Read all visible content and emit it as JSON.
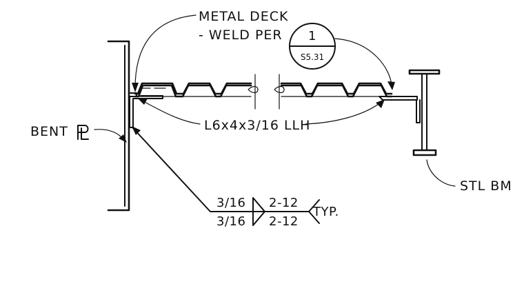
{
  "callouts": {
    "metal_deck_line1": "METAL DECK",
    "metal_deck_line2": "- WELD PER",
    "bent_plate": "BENT",
    "angle": "L6x4x3/16 LLH",
    "steel_beam": "STL BM"
  },
  "detail_bubble": {
    "number": "1",
    "sheet": "S5.31"
  },
  "weld_symbol": {
    "arrow_side_size": "3/16",
    "arrow_side_length_pitch": "2-12",
    "other_side_size": "3/16",
    "other_side_length_pitch": "2-12",
    "tail_note": "TYP."
  },
  "symbols": {
    "plate_symbol": "plate-symbol"
  }
}
